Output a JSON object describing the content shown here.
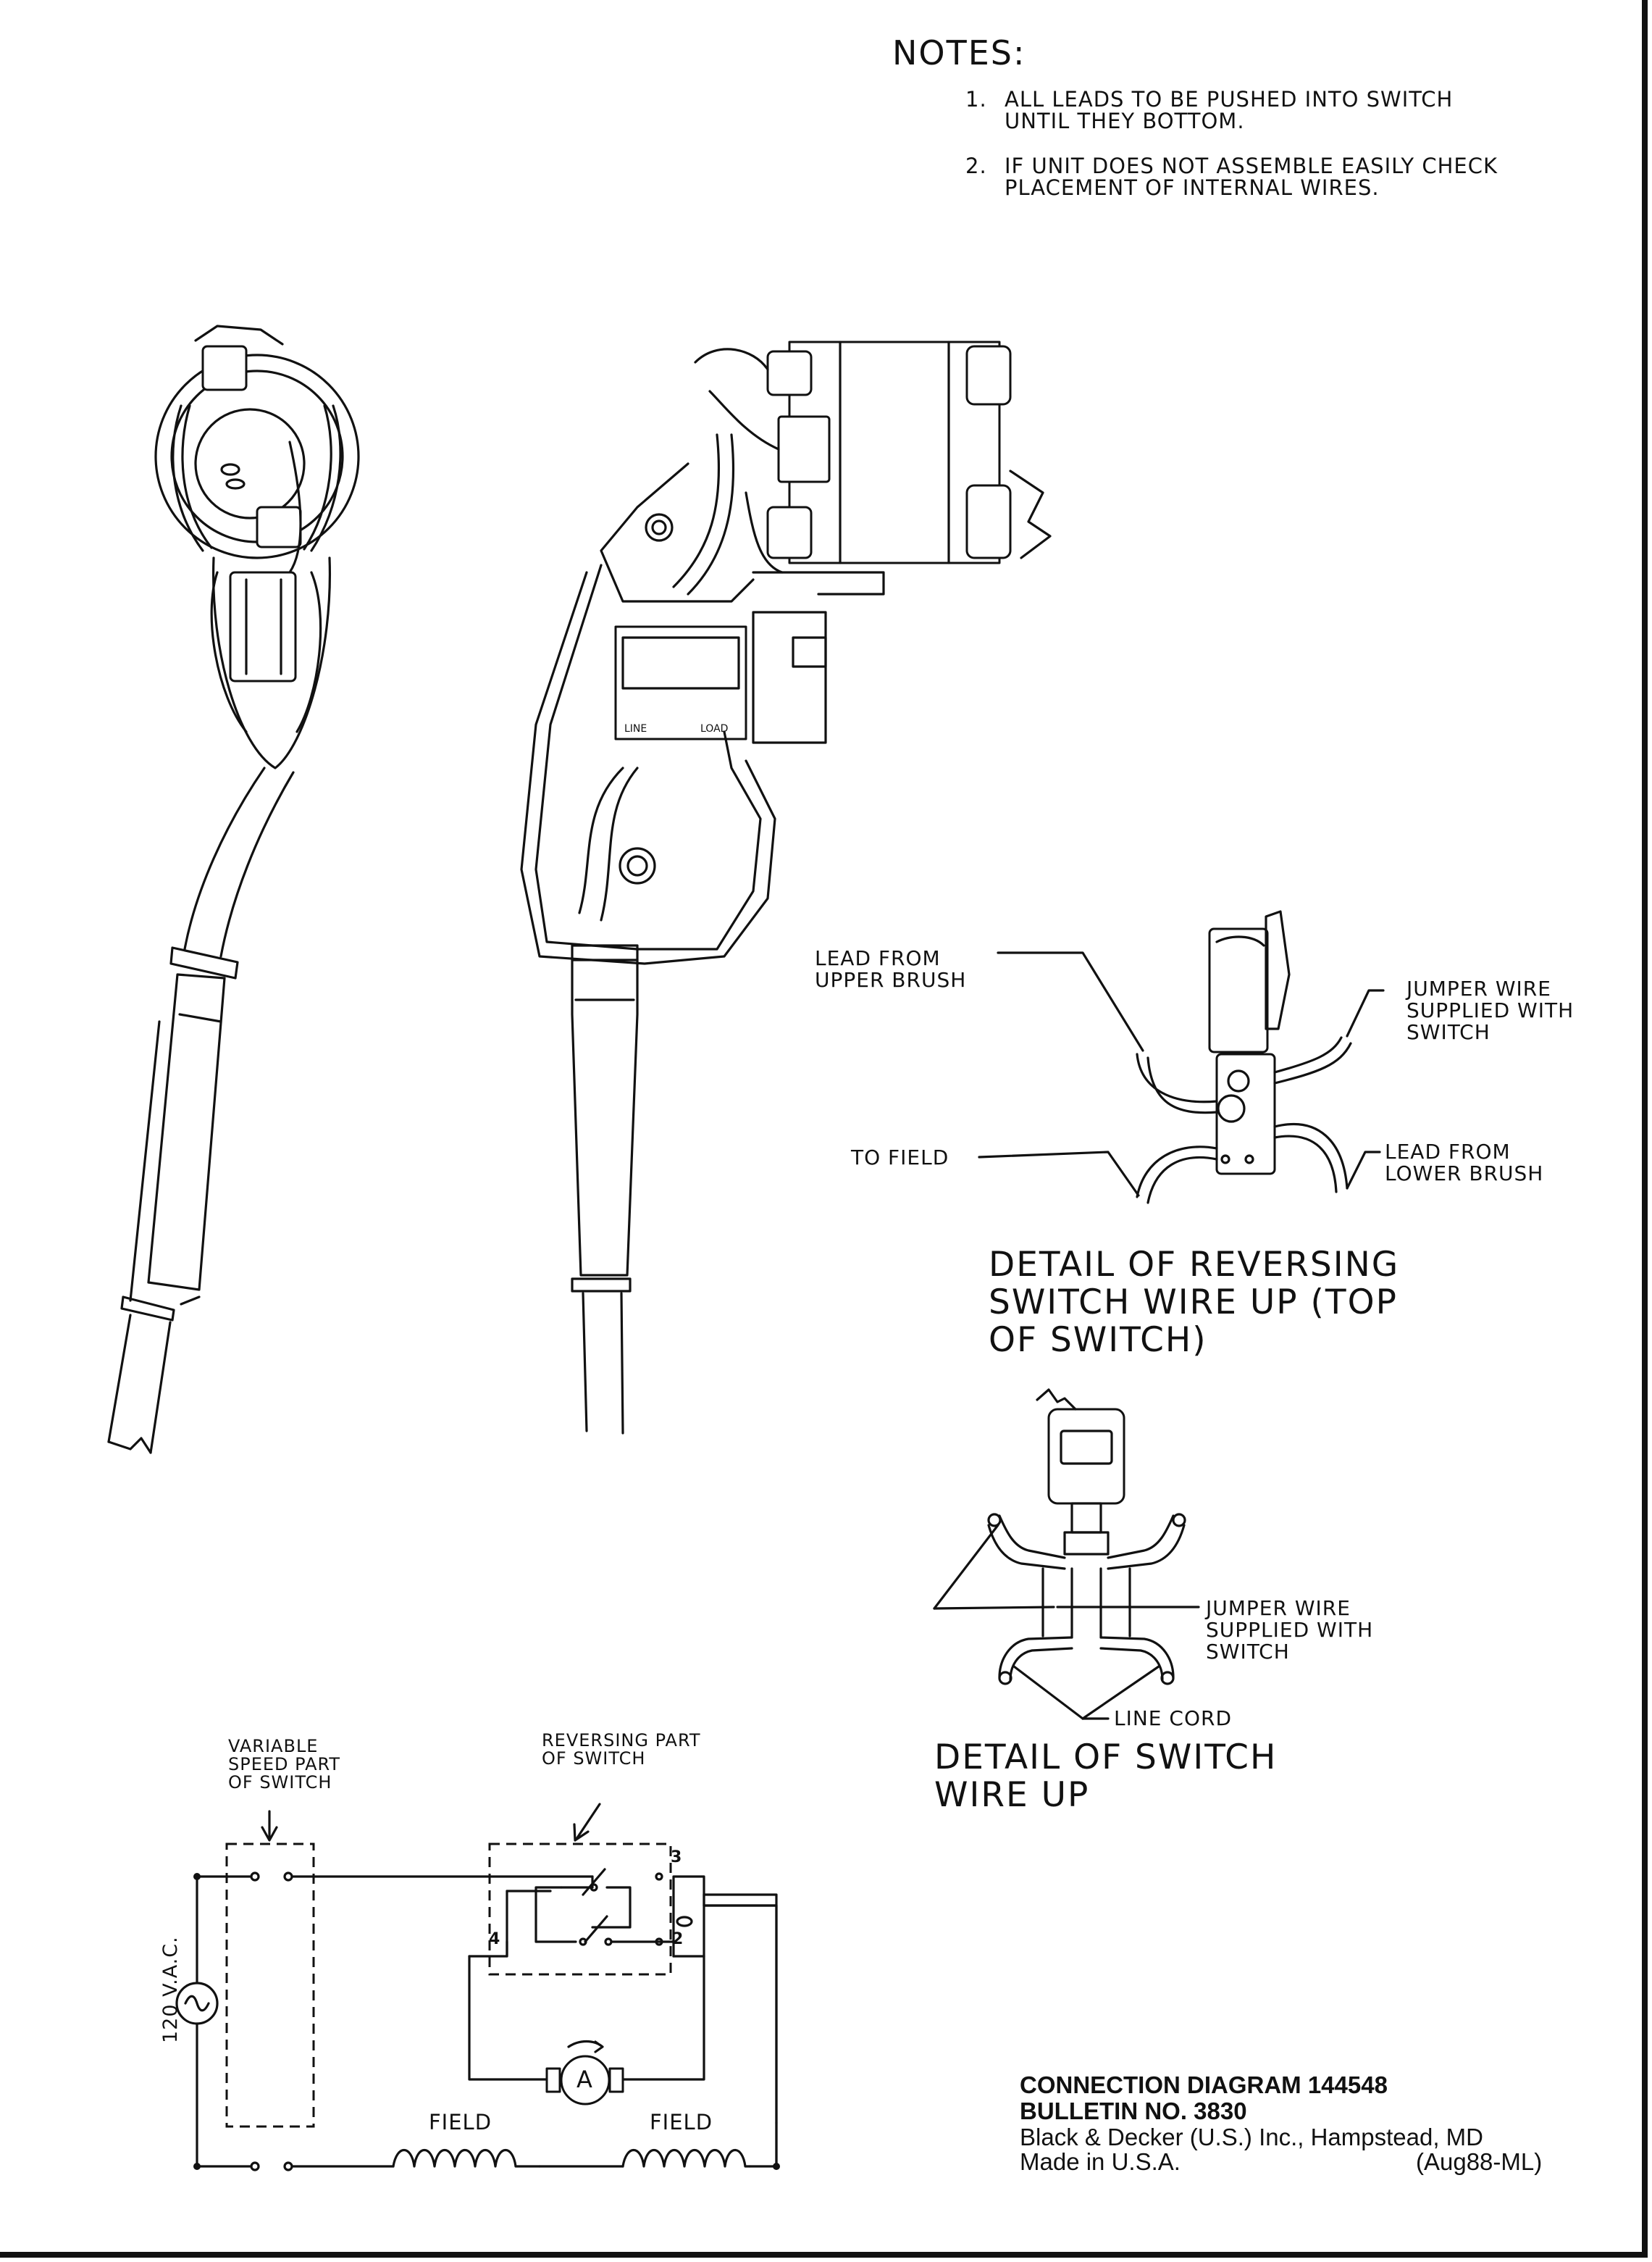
{
  "notes": {
    "heading": "NOTES:",
    "items": [
      {
        "num": "1.",
        "text": "ALL LEADS TO BE PUSHED INTO SWITCH\nUNTIL THEY BOTTOM."
      },
      {
        "num": "2.",
        "text": "IF UNIT DOES NOT ASSEMBLE EASILY CHECK\nPLACEMENT OF INTERNAL WIRES."
      }
    ]
  },
  "drill_labels": {
    "line": "LINE",
    "load": "LOAD"
  },
  "reversing_detail": {
    "lead_upper": "LEAD FROM\nUPPER BRUSH",
    "jumper": "JUMPER WIRE\nSUPPLIED WITH\nSWITCH",
    "to_field": "TO FIELD",
    "lead_lower": "LEAD FROM\nLOWER BRUSH",
    "caption": "DETAIL OF REVERSING\nSWITCH WIRE UP (TOP\nOF SWITCH)"
  },
  "switch_detail": {
    "jumper": "JUMPER WIRE\nSUPPLIED WITH\nSWITCH",
    "line_cord": "LINE CORD",
    "caption": "DETAIL OF SWITCH\nWIRE UP"
  },
  "schematic": {
    "variable_speed": "VARIABLE\nSPEED PART\nOF SWITCH",
    "reversing_part": "REVERSING PART\nOF SWITCH",
    "voltage": "120 V.A.C.",
    "field_labels": [
      "FIELD",
      "FIELD"
    ],
    "terminals": [
      "3",
      "4",
      "2"
    ],
    "armature": "A"
  },
  "title_block": {
    "line1": "CONNECTION DIAGRAM 144548",
    "line2": "BULLETIN NO. 3830",
    "line3": "Black & Decker (U.S.) Inc., Hampstead, MD",
    "line4_left": "Made in U.S.A.",
    "line4_right": "(Aug88-ML)"
  }
}
